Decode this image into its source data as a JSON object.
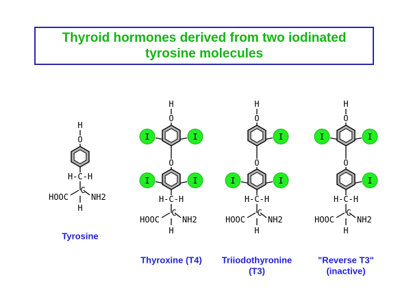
{
  "title": {
    "line1": "Thyroid hormones derived from two iodinated",
    "line2": "tyrosine molecules"
  },
  "colors": {
    "title_text": "#17b317",
    "title_border": "#2a2aa8",
    "caption": "#1f1fd6",
    "iodine": "#22ee22",
    "ring_fill": "#b4b4b4"
  },
  "atoms": {
    "H": "H",
    "O": "O",
    "I": "I",
    "hc_h": "H-C-H",
    "hooc": "HOOC",
    "nh2": "NH2",
    "c": "C"
  },
  "molecules": [
    {
      "id": "tyrosine",
      "caption_lines": [
        "Tyrosine"
      ],
      "outer_iodines": [],
      "inner_iodines": []
    },
    {
      "id": "t4",
      "caption_lines": [
        "Thyroxine (T4)"
      ],
      "outer_iodines": [
        "left",
        "right"
      ],
      "inner_iodines": [
        "left",
        "right"
      ]
    },
    {
      "id": "t3",
      "caption_lines": [
        "Triiodothyronine",
        "(T3)"
      ],
      "outer_iodines": [
        "right"
      ],
      "inner_iodines": [
        "left",
        "right"
      ]
    },
    {
      "id": "rt3",
      "caption_lines": [
        "\"Reverse T3\"",
        "(inactive)"
      ],
      "outer_iodines": [
        "left",
        "right"
      ],
      "inner_iodines": [
        "right"
      ]
    }
  ]
}
